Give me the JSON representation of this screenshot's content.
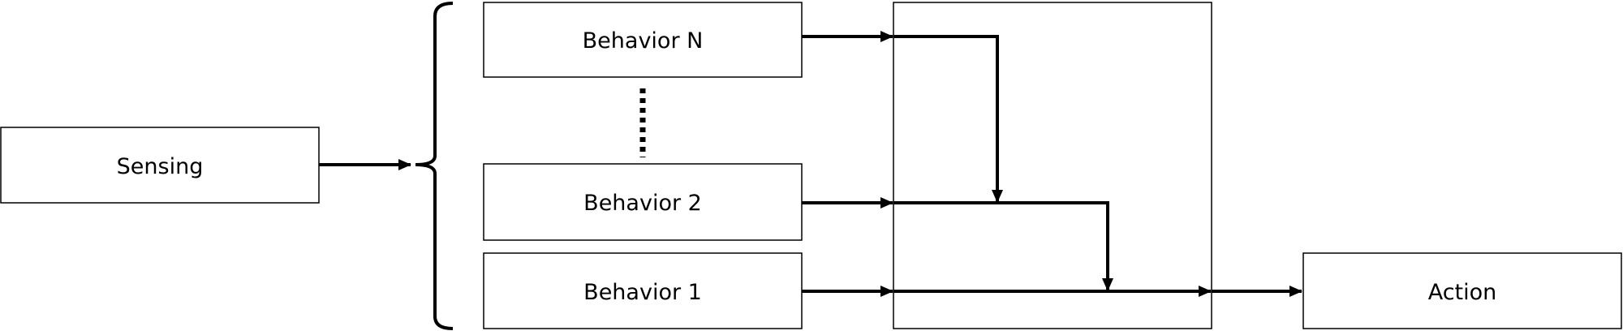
{
  "diagram": {
    "nodes": {
      "sensing": {
        "label": "Sensing"
      },
      "behavior_n": {
        "label": "Behavior N"
      },
      "behavior_2": {
        "label": "Behavior 2"
      },
      "behavior_1": {
        "label": "Behavior 1"
      },
      "action": {
        "label": "Action"
      }
    },
    "colors": {
      "stroke": "#000000",
      "background": "#ffffff"
    }
  }
}
